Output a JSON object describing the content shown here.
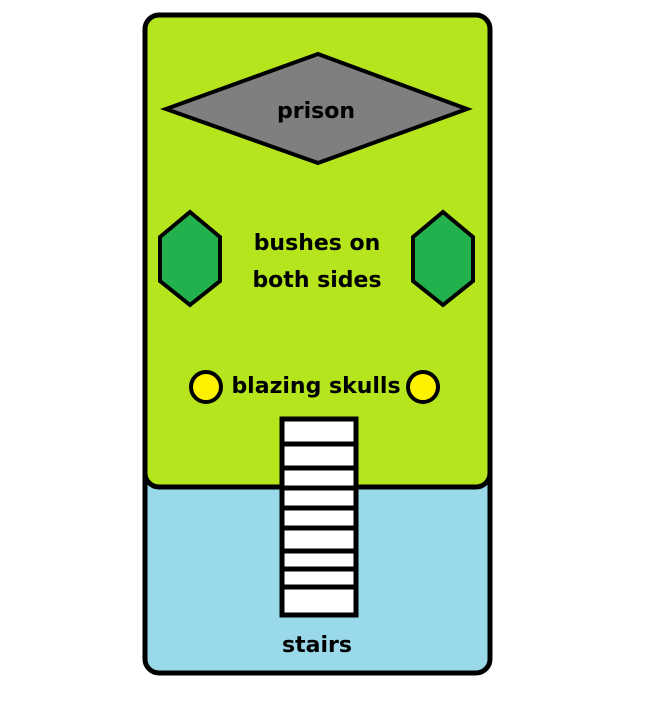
{
  "labels": {
    "prison": "prison",
    "bushes_line1": "bushes on",
    "bushes_line2": "both sides",
    "skulls": "blazing skulls",
    "stairs": "stairs"
  },
  "colors": {
    "land": "#b5e61d",
    "water": "#99d9ea",
    "prison": "#7f7f7f",
    "bush": "#22b14c",
    "skull": "#fff200",
    "stairs": "#ffffff"
  },
  "stair_steps": 9
}
